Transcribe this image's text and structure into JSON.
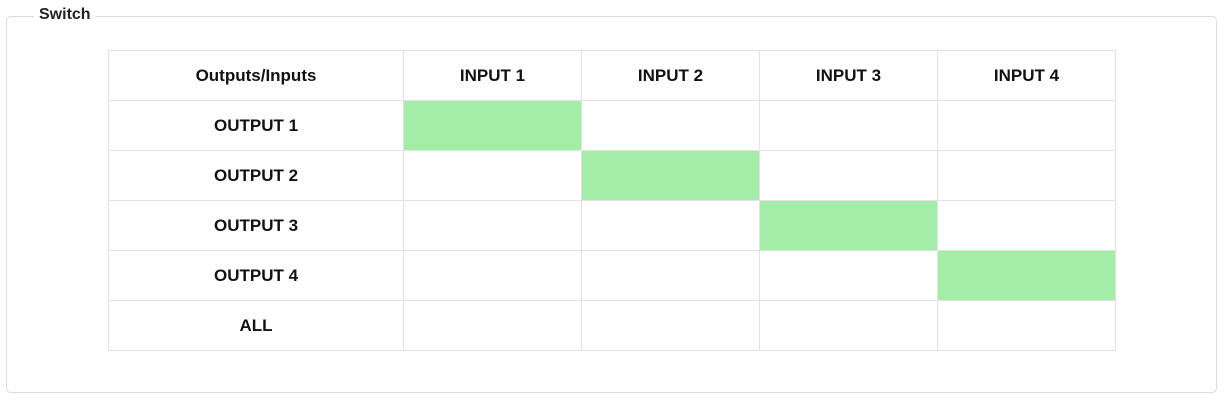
{
  "panel": {
    "legend": "Switch"
  },
  "matrix": {
    "corner_label": "Outputs/Inputs",
    "inputs": [
      "INPUT 1",
      "INPUT 2",
      "INPUT 3",
      "INPUT 4"
    ],
    "outputs": [
      "OUTPUT 1",
      "OUTPUT 2",
      "OUTPUT 3",
      "OUTPUT 4",
      "ALL"
    ],
    "selected": [
      {
        "output": "OUTPUT 1",
        "input": "INPUT 1"
      },
      {
        "output": "OUTPUT 2",
        "input": "INPUT 2"
      },
      {
        "output": "OUTPUT 3",
        "input": "INPUT 3"
      },
      {
        "output": "OUTPUT 4",
        "input": "INPUT 4"
      }
    ],
    "active_color": "#a3eda6"
  }
}
